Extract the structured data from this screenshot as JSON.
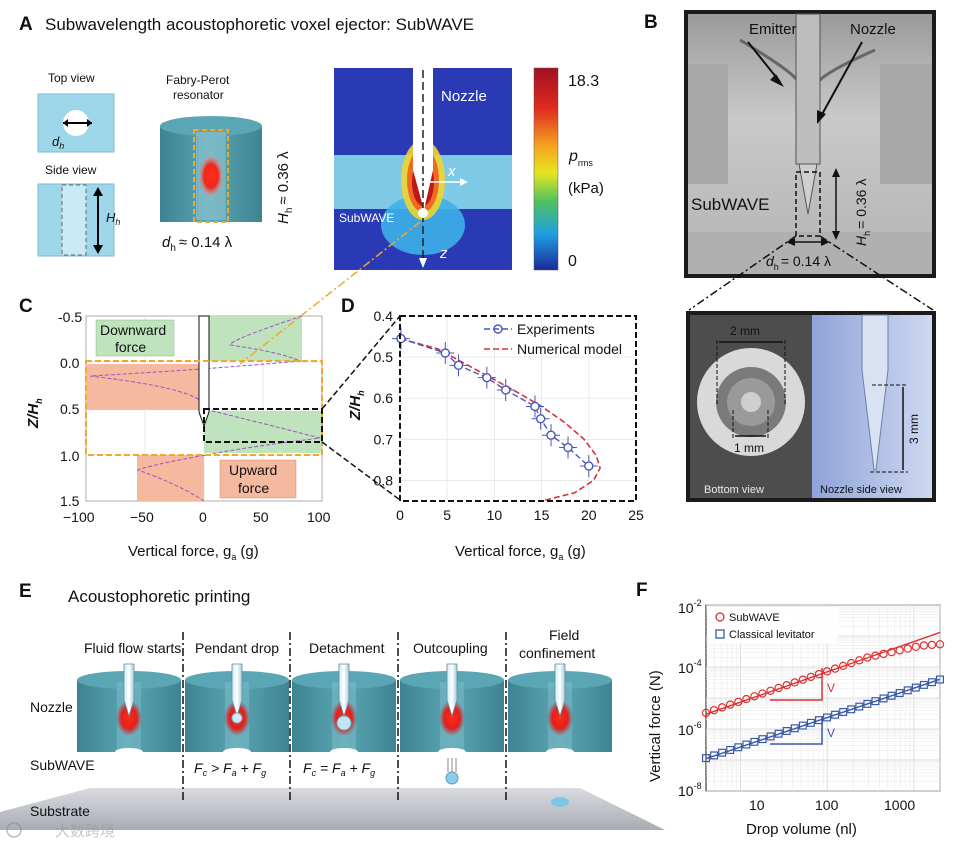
{
  "panel_a": {
    "label": "A",
    "title": "Subwavelength acoustophoretic voxel ejector: SubWAVE",
    "top_view": "Top view",
    "side_view": "Side view",
    "dh_sym": "d",
    "dh_sub": "h",
    "hh_sym": "H",
    "hh_sub": "h",
    "resonator_line1": "Fabry-Perot",
    "resonator_line2": "resonator",
    "dh_eq": "≈ 0.14 λ",
    "hh_eq": "≈ 0.36 λ",
    "sim_nozzle": "Nozzle",
    "sim_subwave": "SubWAVE",
    "sim_x": "x",
    "sim_z": "z",
    "cbar_max": "18.3",
    "cbar_min": "0",
    "cbar_label": "p",
    "cbar_label_sub": "rms",
    "cbar_unit": "(kPa)"
  },
  "panel_b": {
    "label": "B",
    "emitter": "Emitter",
    "nozzle": "Nozzle",
    "subwave": "SubWAVE",
    "hh_label": "= 0.36 λ",
    "dh_label": "= 0.14 λ",
    "scale_2mm": "2 mm",
    "scale_1mm": "1 mm",
    "scale_3mm": "3 mm",
    "bottom_view": "Bottom view",
    "nozzle_side_view": "Nozzle side view"
  },
  "panel_c": {
    "label": "C",
    "ylabel": "Z/H",
    "ylabel_sub": "h",
    "xlabel": "Vertical force, g",
    "xlabel_sub": "a",
    "xlabel_unit": "(g)",
    "xticks": [
      "−100",
      "−50",
      "0",
      "50",
      "100"
    ],
    "yticks": [
      "-0.5",
      "0.0",
      "0.5",
      "1.0",
      "1.5"
    ],
    "downward_line1": "Downward",
    "downward_line2": "force",
    "upward_line1": "Upward",
    "upward_line2": "force"
  },
  "chart_data": {
    "type": "scatter",
    "ylabel": "Z/H_h",
    "xlabel": "Vertical force, g_a (g)",
    "xlim": [
      0,
      25
    ],
    "ylim": [
      0.85,
      0.4
    ],
    "xticks": [
      "0",
      "5",
      "10",
      "15",
      "20",
      "25"
    ],
    "yticks": [
      "0.4",
      "0.5",
      "0.6",
      "0.7",
      "0.8"
    ],
    "legend_position": "top-right",
    "series": [
      {
        "name": "Experiments",
        "marker": "circle",
        "color": "#4a57b8",
        "points": [
          {
            "x": 0.1,
            "y": 0.455
          },
          {
            "x": 4.8,
            "y": 0.49
          },
          {
            "x": 6.2,
            "y": 0.52
          },
          {
            "x": 9.2,
            "y": 0.55
          },
          {
            "x": 11.2,
            "y": 0.58
          },
          {
            "x": 14.3,
            "y": 0.62
          },
          {
            "x": 14.9,
            "y": 0.65
          },
          {
            "x": 16.0,
            "y": 0.69
          },
          {
            "x": 17.8,
            "y": 0.72
          },
          {
            "x": 20.0,
            "y": 0.765
          }
        ]
      },
      {
        "name": "Numerical model",
        "style": "dashed",
        "color": "#d4343b",
        "x": [
          0,
          4,
          8,
          12,
          15,
          17.5,
          19.5,
          20.8,
          21.2,
          20.5,
          18.5,
          15
        ],
        "y": [
          0.455,
          0.48,
          0.53,
          0.58,
          0.62,
          0.66,
          0.7,
          0.74,
          0.77,
          0.8,
          0.83,
          0.85
        ]
      }
    ]
  },
  "panel_e": {
    "label": "E",
    "title": "Acoustophoretic printing",
    "steps": [
      "Fluid flow starts",
      "Pendant drop",
      "Detachment",
      "Outcoupling",
      "Field\nconfinement"
    ],
    "step5_line1": "Field",
    "step5_line2": "confinement",
    "nozzle": "Nozzle",
    "subwave": "SubWAVE",
    "substrate": "Substrate",
    "eq1": "F_c > F_a + F_g",
    "eq2": "F_c = F_a + F_g"
  },
  "panel_f": {
    "label": "F",
    "ylabel": "Vertical force (N)",
    "xlabel": "Drop volume (nl)",
    "legend": [
      "SubWAVE",
      "Classical levitator"
    ],
    "slope_label": "V",
    "yticks": [
      "10",
      "10",
      "10",
      "10"
    ],
    "ytick_exp": [
      "-2",
      "-4",
      "-6",
      "-8"
    ],
    "xticks": [
      "10",
      "100",
      "1000"
    ]
  },
  "watermark": "大数跨境",
  "colors": {
    "blue_fill": "#9ed6ea",
    "teal_body": "#4f9aa8",
    "green_region": "#bfe3bd",
    "salmon_region": "#f5b9a0",
    "dashed_orange": "#f0a830",
    "exp_blue": "#4a57b8",
    "model_red": "#d4343b",
    "sub_red": "#e03030",
    "lev_blue": "#3a5aa8"
  }
}
